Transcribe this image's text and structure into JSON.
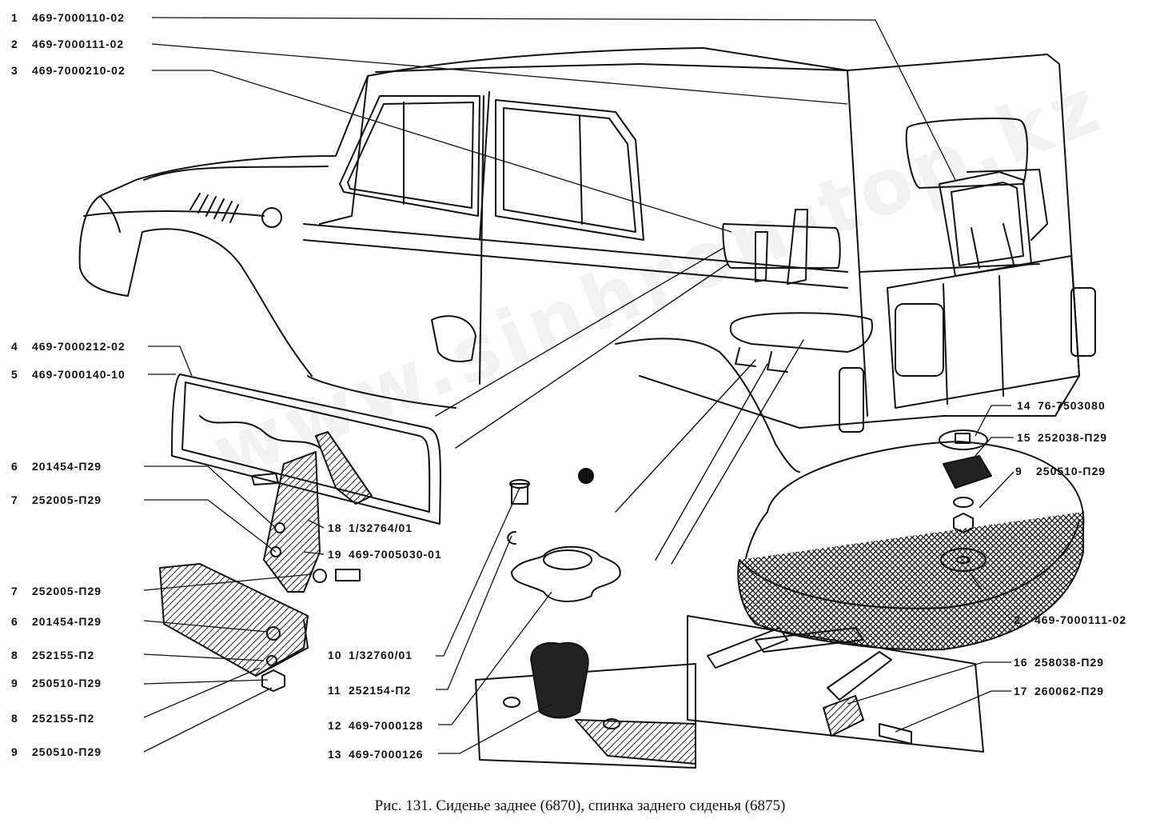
{
  "labels": [
    {
      "num": "1",
      "code": "469-7000110-02"
    },
    {
      "num": "2",
      "code": "469-7000111-02"
    },
    {
      "num": "3",
      "code": "469-7000210-02"
    },
    {
      "num": "4",
      "code": "469-7000212-02"
    },
    {
      "num": "5",
      "code": "469-7000140-10"
    },
    {
      "num": "6",
      "code": "201454-П29"
    },
    {
      "num": "7",
      "code": "252005-П29"
    },
    {
      "num": "18",
      "code": "1/32764/01"
    },
    {
      "num": "19",
      "code": "469-7005030-01"
    },
    {
      "num": "7",
      "code": "252005-П29"
    },
    {
      "num": "6",
      "code": "201454-П29"
    },
    {
      "num": "8",
      "code": "252155-П2"
    },
    {
      "num": "9",
      "code": "250510-П29"
    },
    {
      "num": "8",
      "code": "252155-П2"
    },
    {
      "num": "9",
      "code": "250510-П29"
    },
    {
      "num": "10",
      "code": "1/32760/01"
    },
    {
      "num": "11",
      "code": "252154-П2"
    },
    {
      "num": "12",
      "code": "469-7000128"
    },
    {
      "num": "13",
      "code": "469-7000126"
    },
    {
      "num": "14",
      "code": "76-7503080"
    },
    {
      "num": "15",
      "code": "252038-П29"
    },
    {
      "num": "9",
      "code": "250510-П29"
    },
    {
      "num": "2",
      "code": "469-7000111-02"
    },
    {
      "num": "16",
      "code": "258038-П29"
    },
    {
      "num": "17",
      "code": "260062-П29"
    }
  ],
  "caption": "Рис. 131. Сиденье заднее (6870), спинка заднего сиденья (6875)",
  "watermark": "www.sinhron-top.kz"
}
